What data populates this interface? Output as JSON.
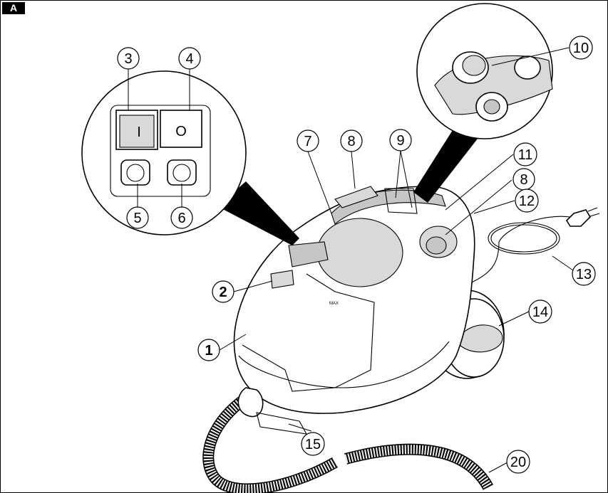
{
  "figure": {
    "tag": "A"
  },
  "callouts": [
    {
      "id": "c3",
      "text": "3"
    },
    {
      "id": "c4",
      "text": "4"
    },
    {
      "id": "c5",
      "text": "5"
    },
    {
      "id": "c6",
      "text": "6"
    },
    {
      "id": "c7",
      "text": "7"
    },
    {
      "id": "c8a",
      "text": "8"
    },
    {
      "id": "c9",
      "text": "9"
    },
    {
      "id": "c10",
      "text": "10"
    },
    {
      "id": "c11",
      "text": "11"
    },
    {
      "id": "c8b",
      "text": "8"
    },
    {
      "id": "c12",
      "text": "12"
    },
    {
      "id": "c13",
      "text": "13"
    },
    {
      "id": "c2",
      "text": "2"
    },
    {
      "id": "c14",
      "text": "14"
    },
    {
      "id": "c1",
      "text": "1"
    },
    {
      "id": "c15",
      "text": "15"
    },
    {
      "id": "c20",
      "text": "20"
    }
  ],
  "switches": {
    "on_symbol": "I",
    "off_symbol": "O"
  },
  "device": {
    "max_mark": "MAX"
  }
}
